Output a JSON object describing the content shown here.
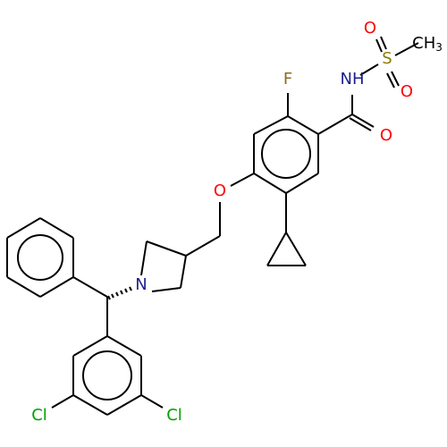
{
  "molecule": {
    "atoms": {
      "fluorine": {
        "label": "F",
        "color": "#8a6d1f"
      },
      "amide_n": {
        "label": "NH",
        "color": "#1f1f8a"
      },
      "sulfonyl_o_top": {
        "label": "O",
        "color": "#ff0000"
      },
      "sulfonyl_o_bottom": {
        "label": "O",
        "color": "#ff0000"
      },
      "sulfur": {
        "label": "S",
        "color": "#8c7a00"
      },
      "methyl": {
        "label": "CH",
        "subscript": "3",
        "color": "#000000"
      },
      "carbonyl_o": {
        "label": "O",
        "color": "#ff0000"
      },
      "ether_o": {
        "label": "O",
        "color": "#ff0000"
      },
      "azetidine_n": {
        "label": "N",
        "color": "#1f1f8a"
      },
      "chlorine_left": {
        "label": "Cl",
        "color": "#00a000"
      },
      "chlorine_right": {
        "label": "Cl",
        "color": "#00a000"
      }
    }
  }
}
